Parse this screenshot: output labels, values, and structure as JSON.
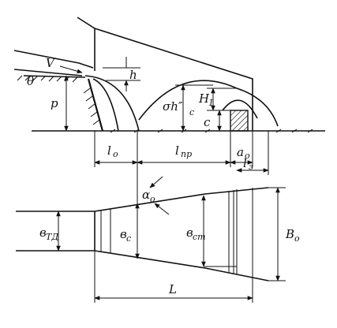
{
  "labels": {
    "V": "V",
    "theta": "θ",
    "p": "p",
    "h": "h",
    "sigma_h": "σh″",
    "sigma_h_sub": "c",
    "H": "H",
    "H_sub": "1",
    "c": "c",
    "l0": "l",
    "l0_sub": "o",
    "lnp": "l",
    "lnp_sub": "пр",
    "a0": "a",
    "a0_sub": "o",
    "l3": "l",
    "l3_sub": "з",
    "alpha0": "α",
    "alpha0_sub": "o",
    "bTD": "в",
    "bTD_sub": "ТД",
    "bc": "в",
    "bc_sub": "c",
    "bct": "в",
    "bct_sub": "cт",
    "B0": "B",
    "B0_sub": "o",
    "L": "L"
  }
}
